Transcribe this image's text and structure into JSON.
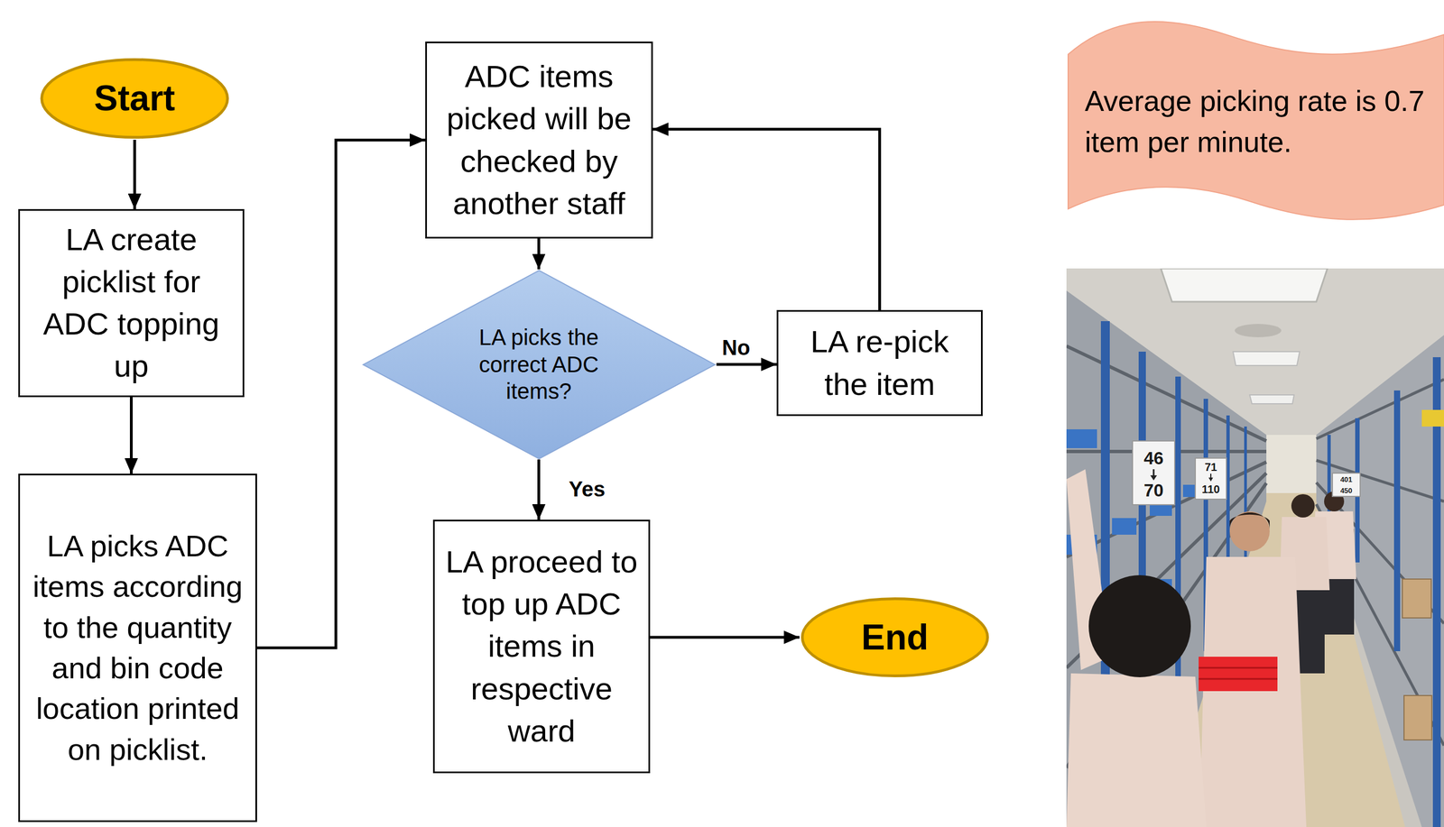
{
  "diagram": {
    "nodes": [
      {
        "text": [
          "Start"
        ]
      },
      {
        "text": [
          "LA create picklist for ADC topping up"
        ]
      },
      {
        "text": [
          "LA picks ADC items according to the quantity and bin code location printed on picklist."
        ]
      },
      {
        "text": [
          "ADC items picked will be checked by another staff"
        ]
      },
      {
        "text": [
          "LA picks the correct ADC items?"
        ]
      },
      {
        "text": [
          "LA re-pick the item"
        ]
      },
      {
        "text": [
          "LA proceed to top up ADC items in respective ward"
        ]
      },
      {
        "text": [
          "End"
        ]
      },
      {
        "text": [
          "Average picking rate is 0.7 item per minute."
        ]
      }
    ],
    "edges": [
      {
        "from": 0,
        "to": 1,
        "arrow": "to"
      },
      {
        "from": 1,
        "to": 2,
        "arrow": "to"
      },
      {
        "from": 2,
        "to": 3,
        "arrow": "to"
      },
      {
        "from": 3,
        "to": 4,
        "arrow": "to"
      },
      {
        "from": 4,
        "to": 5,
        "label": "No",
        "arrow": "to"
      },
      {
        "from": 5,
        "to": 3,
        "arrow": "to"
      },
      {
        "from": 4,
        "to": 6,
        "label": "Yes",
        "arrow": "to"
      },
      {
        "from": 6,
        "to": 7,
        "arrow": "to"
      }
    ],
    "labels": [
      "46",
      "70",
      "71",
      "110",
      "401",
      "450"
    ]
  }
}
